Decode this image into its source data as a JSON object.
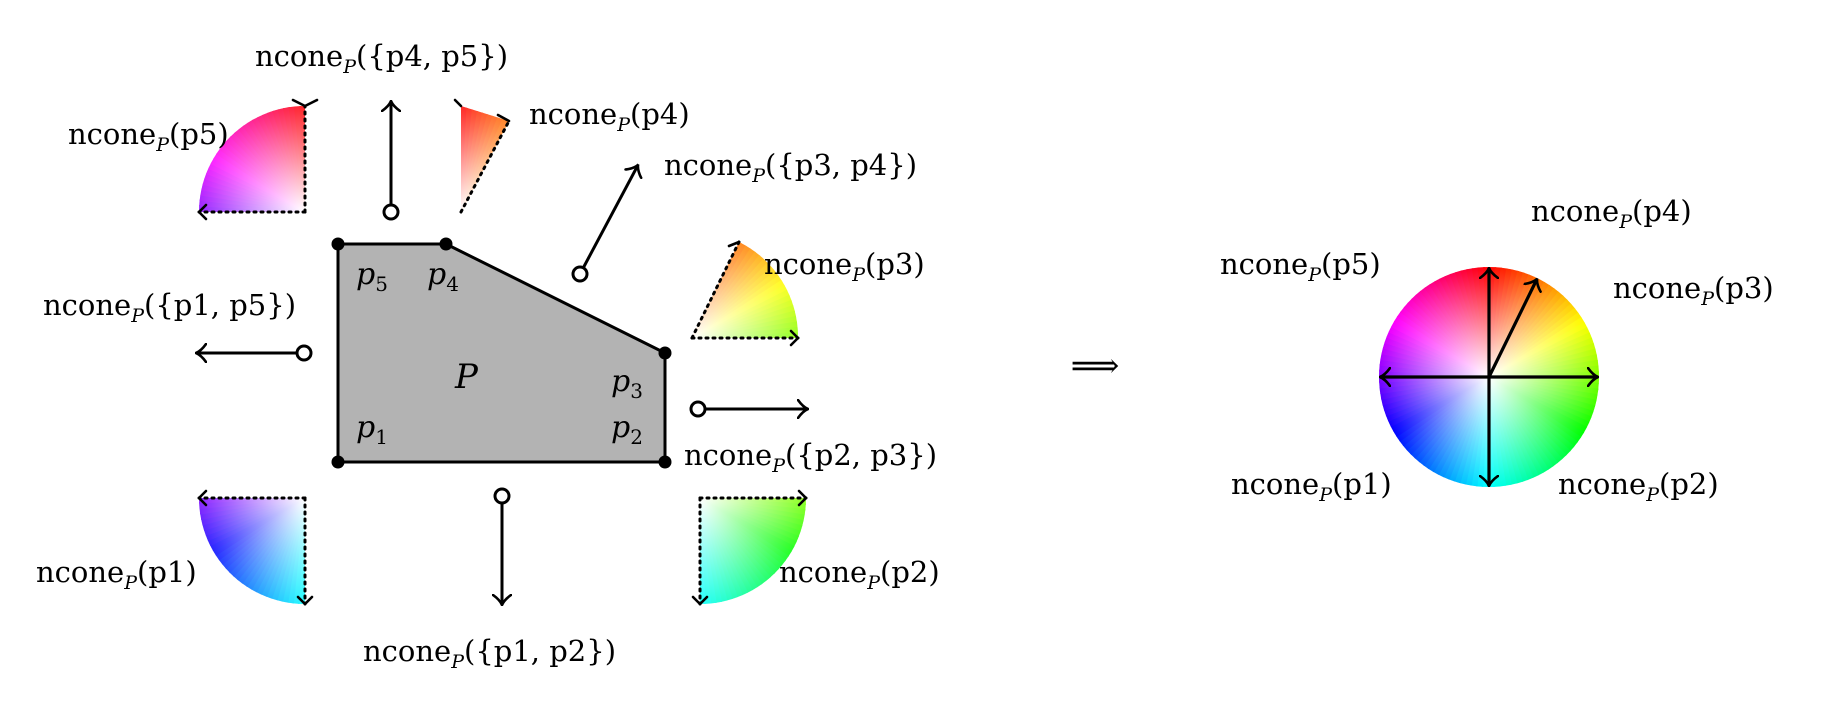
{
  "polygon": {
    "label": "P",
    "vertices": [
      {
        "id": "p1",
        "name": "p",
        "sub": "1"
      },
      {
        "id": "p2",
        "name": "p",
        "sub": "2"
      },
      {
        "id": "p3",
        "name": "p",
        "sub": "3"
      },
      {
        "id": "p4",
        "name": "p",
        "sub": "4"
      },
      {
        "id": "p5",
        "name": "p",
        "sub": "5"
      }
    ]
  },
  "cone_labels": {
    "fn": "ncone",
    "sub": "P",
    "p5": "(p5)",
    "p4": "(p4)",
    "p3": "(p3)",
    "p2": "(p2)",
    "p1": "(p1)",
    "e45": "({p4, p5})",
    "e34": "({p3, p4})",
    "e23": "({p2, p3})",
    "e12": "({p1, p2})",
    "e15": "({p1, p5})"
  },
  "implies_symbol": "⟹",
  "wheel_colors": [
    "#ff0000",
    "#ffff00",
    "#00ff00",
    "#00ffff",
    "#0000ff",
    "#ff00ff"
  ]
}
